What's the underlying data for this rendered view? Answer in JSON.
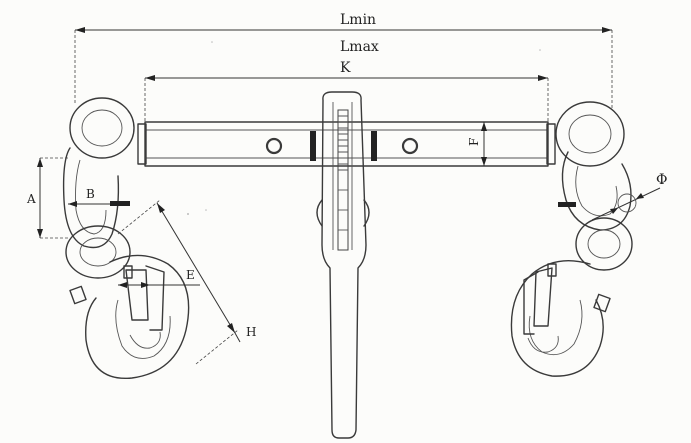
{
  "dimensions": {
    "lmin": "Lmin",
    "lmax": "Lmax",
    "k": "K",
    "a": "A",
    "b": "B",
    "e": "E",
    "f": "F",
    "h": "H",
    "phi": "Φ"
  },
  "colors": {
    "ink": "#3a3a3a",
    "paper": "#fcfcfa"
  }
}
